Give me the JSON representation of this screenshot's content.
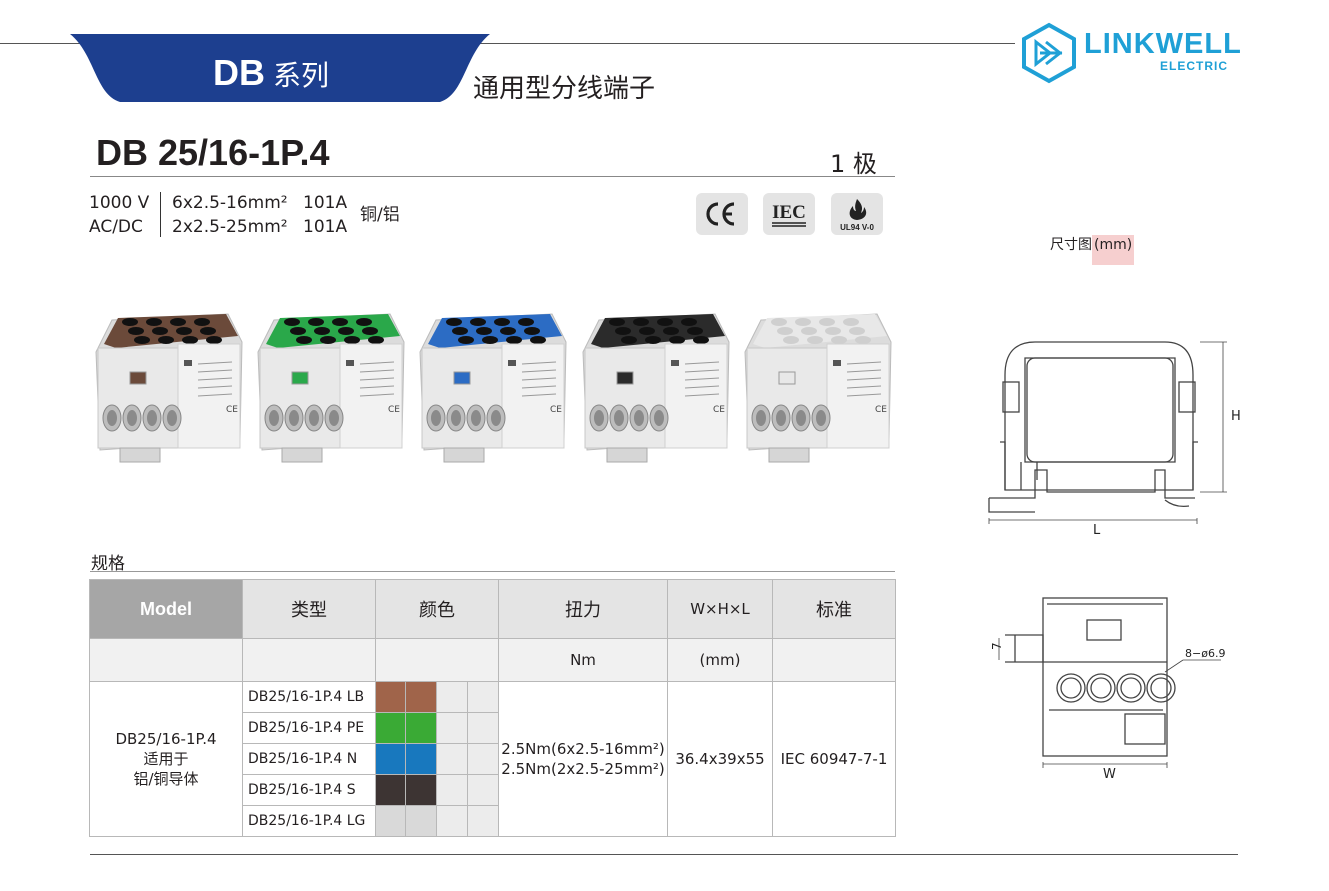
{
  "header": {
    "series_code": "DB",
    "series_suffix": "系列",
    "subtitle": "通用型分线端子",
    "brand_name": "LINKWELL",
    "brand_sub": "ELECTRIC"
  },
  "product": {
    "model": "DB 25/16-1P.4",
    "poles": "1 极",
    "voltage": "1000 V",
    "current_type": "AC/DC",
    "spec1": "6x2.5-16mm²",
    "spec2": "2x2.5-25mm²",
    "amp1": "101A",
    "amp2": "101A",
    "material": "铜/铝"
  },
  "certifications": [
    {
      "name": "ce-icon",
      "label": "CE"
    },
    {
      "name": "iec-icon",
      "label": "IEC"
    },
    {
      "name": "ul94-icon",
      "label": "UL94 V-0"
    }
  ],
  "product_colors": [
    "#6b4a3a",
    "#2aa84a",
    "#2c6cc4",
    "#2b2b2b",
    "#e8e8e8"
  ],
  "dimensions": {
    "label": "尺寸图",
    "unit": "(mm)",
    "h": "H",
    "l": "L",
    "w": "W",
    "seven": "7",
    "holes": "8−ø6.9"
  },
  "spec_section": {
    "label": "规格",
    "headers": [
      "Model",
      "类型",
      "颜色",
      "扭力",
      "W×H×L",
      "标准"
    ],
    "subheaders": [
      "",
      "",
      "",
      "Nm",
      "(mm)",
      ""
    ],
    "model_desc": [
      "DB25/16-1P.4",
      "适用于",
      "铝/铜导体"
    ],
    "rows": [
      {
        "type": "DB25/16-1P.4 LB",
        "color": "#a0644a"
      },
      {
        "type": "DB25/16-1P.4 PE",
        "color": "#3aaa35"
      },
      {
        "type": "DB25/16-1P.4 N",
        "color": "#1878be"
      },
      {
        "type": "DB25/16-1P.4 S",
        "color": "#3d3433"
      },
      {
        "type": "DB25/16-1P.4 LG",
        "color": "#d9d9d9"
      }
    ],
    "torque": [
      "2.5Nm(6x2.5-16mm²)",
      "2.5Nm(2x2.5-25mm²)"
    ],
    "size": "36.4x39x55",
    "standard": "IEC 60947-7-1"
  }
}
